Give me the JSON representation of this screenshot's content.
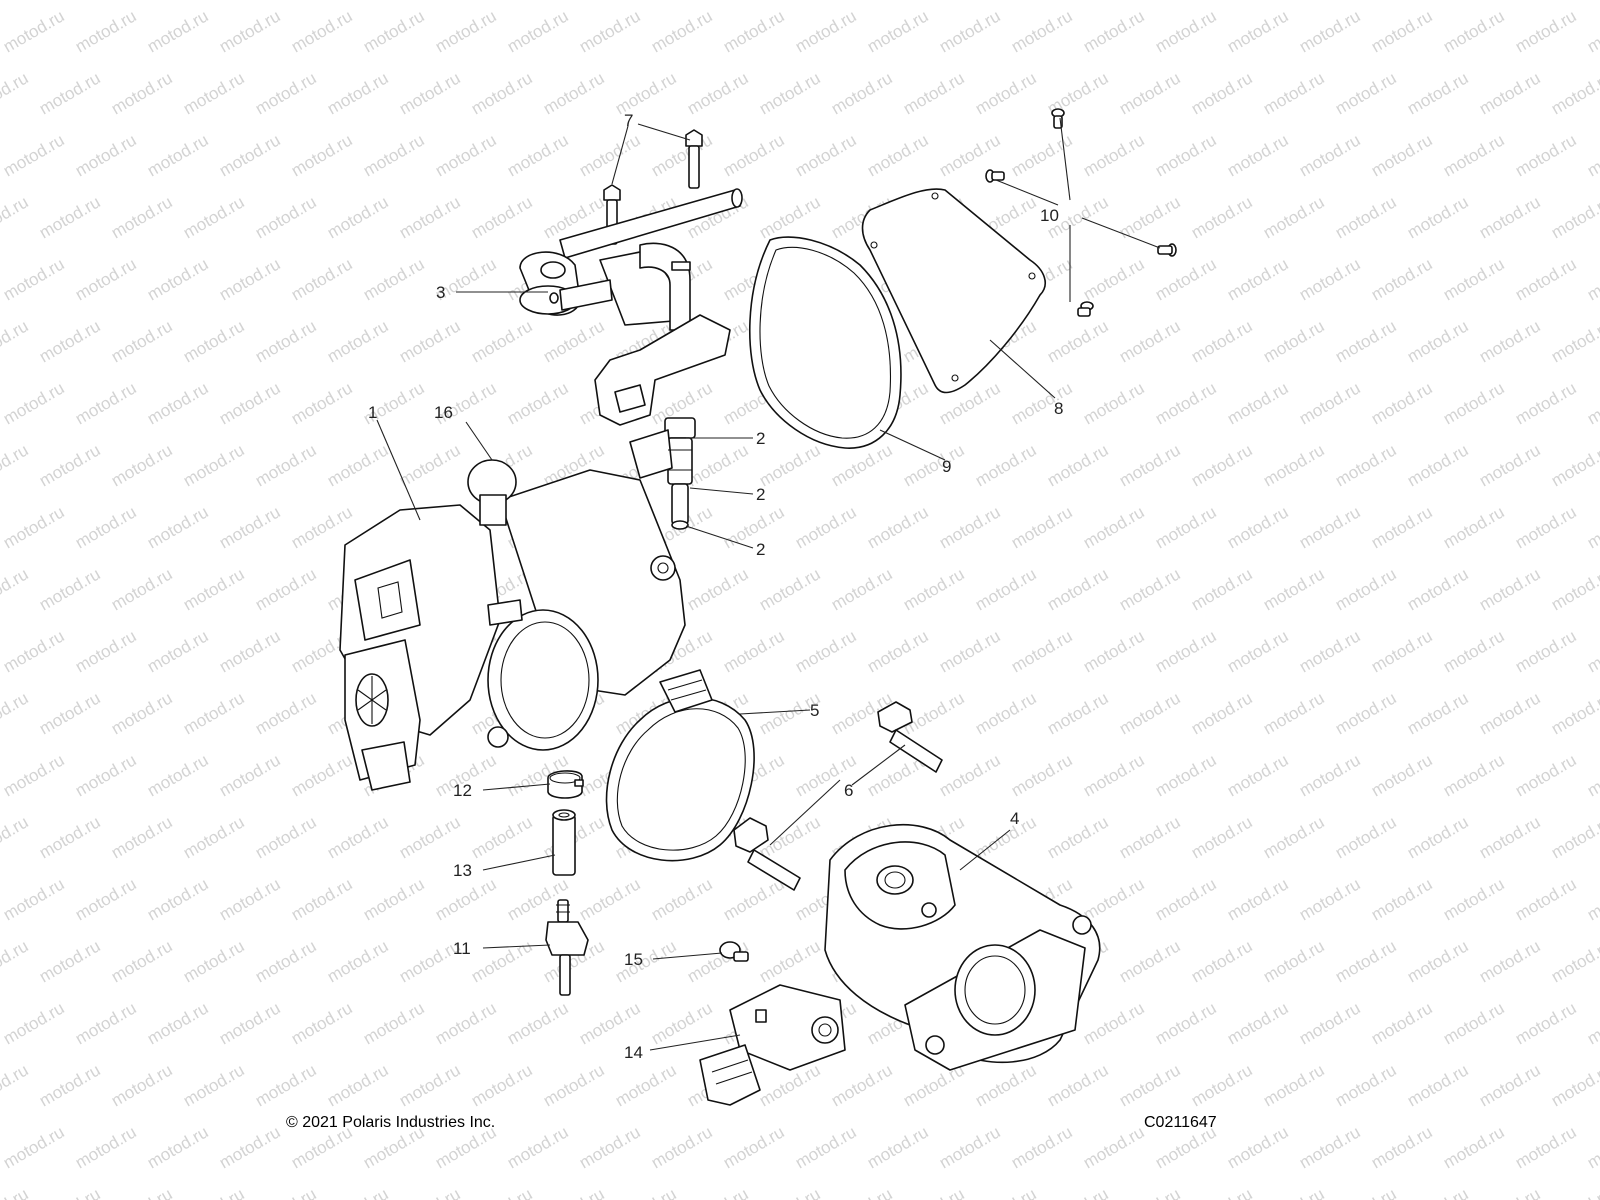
{
  "watermark": "motod.ru",
  "footer": {
    "copyright": "© 2021 Polaris Industries Inc.",
    "diagram_code": "C0211647"
  },
  "callouts": {
    "n1": "1",
    "n2a": "2",
    "n2b": "2",
    "n2c": "2",
    "n3": "3",
    "n4": "4",
    "n5": "5",
    "n6": "6",
    "n7": "7",
    "n8": "8",
    "n9": "9",
    "n10": "10",
    "n11": "11",
    "n12": "12",
    "n13": "13",
    "n14": "14",
    "n15": "15",
    "n16": "16"
  }
}
